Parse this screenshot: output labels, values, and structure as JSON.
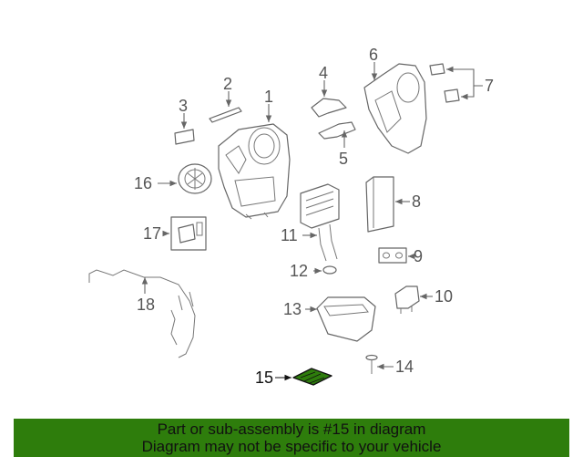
{
  "diagram": {
    "callouts": [
      "1",
      "2",
      "3",
      "4",
      "5",
      "6",
      "7",
      "8",
      "9",
      "10",
      "11",
      "12",
      "13",
      "14",
      "15",
      "16",
      "17",
      "18"
    ],
    "highlight_part": "15",
    "highlight_color": "#2e7d0c"
  },
  "banner": {
    "line1": "Part or sub-assembly is #15 in diagram",
    "line2": "Diagram may not be specific to your vehicle",
    "background": "#2e7d0c"
  }
}
